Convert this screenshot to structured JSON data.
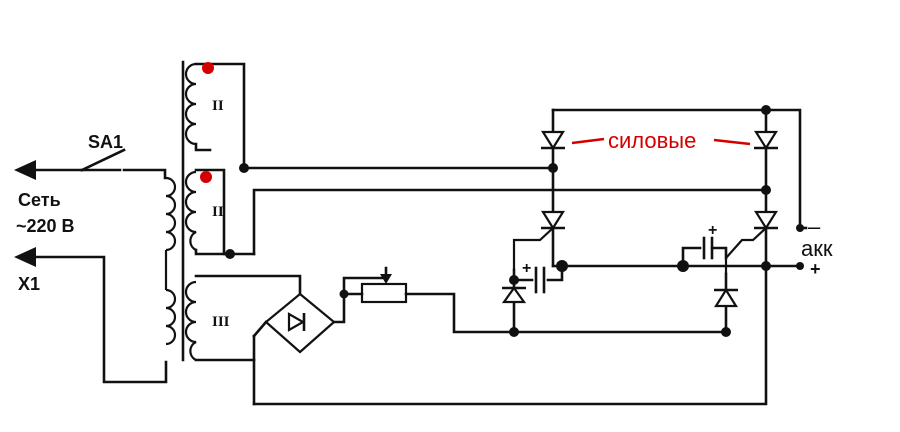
{
  "labels": {
    "switch": "SA1",
    "mains_line1": "Сеть",
    "mains_line2": "~220 В",
    "connector": "X1",
    "winding_2a": "II",
    "winding_2b": "II",
    "winding_3": "III",
    "power_diodes": "силовые",
    "battery": "акк",
    "minus": "–",
    "plus": "+",
    "cap_plus_left": "+",
    "cap_plus_right": "+"
  },
  "colors": {
    "wire": "#111111",
    "phasing_dot": "#d40000",
    "power_label": "#d40000"
  }
}
